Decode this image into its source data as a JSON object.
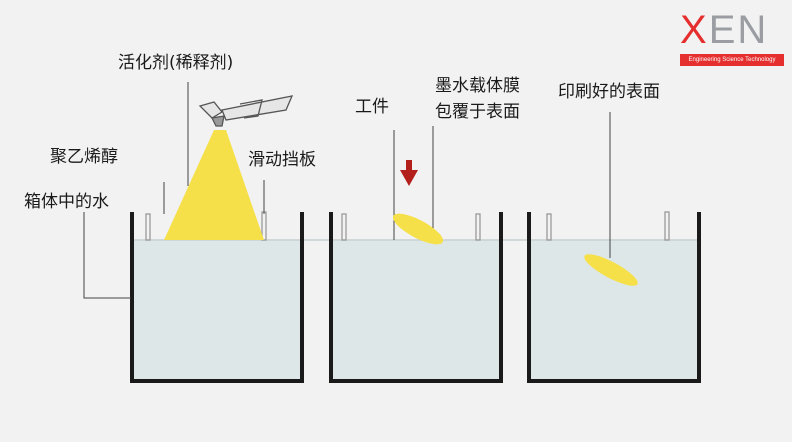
{
  "labels": {
    "activator": "活化剂(稀释剂)",
    "pva": "聚乙烯醇",
    "water": "箱体中的水",
    "baffle": "滑动挡板",
    "workpiece": "工件",
    "ink_film_line1": "墨水载体膜",
    "ink_film_line2": "包覆于表面",
    "printed_surface": "印刷好的表面"
  },
  "logo": {
    "prefix": "",
    "x_letter": "X",
    "rest": "EN",
    "tagline": "Engineering Science Technology"
  },
  "colors": {
    "background": "#f2f2f2",
    "water": "#dde7e8",
    "tank_wall": "#1a1a1a",
    "spray": "#f5e04a",
    "arrow": "#b3201c",
    "brand_red": "#e52e2e",
    "brand_gray": "#9a9ea3"
  }
}
